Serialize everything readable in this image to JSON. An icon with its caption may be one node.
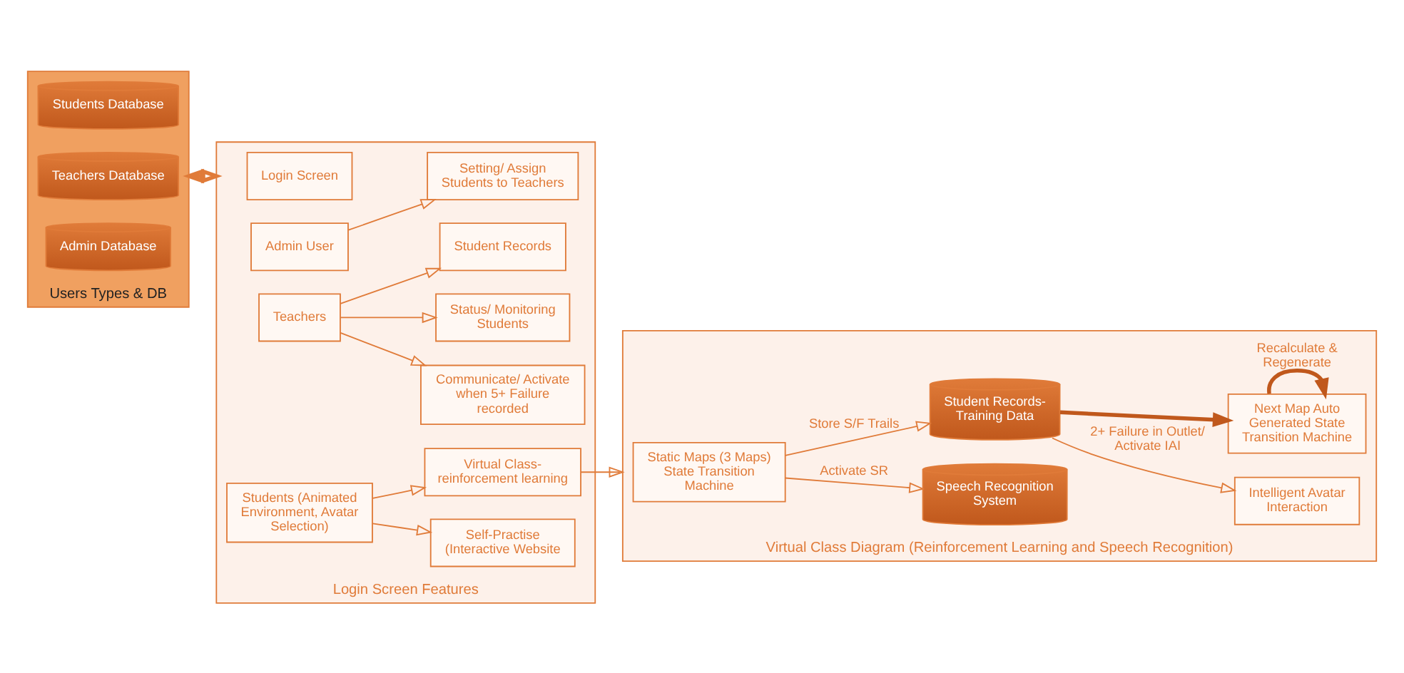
{
  "diagram": {
    "nodes": [
      {
        "text": [
          "Users Types & DB"
        ]
      },
      {
        "text": [
          "Students Database"
        ],
        "in": 0
      },
      {
        "text": [
          "Teachers Database"
        ],
        "in": 0
      },
      {
        "text": [
          "Admin Database"
        ],
        "in": 0
      },
      {
        "text": [
          "Login Screen Features"
        ]
      },
      {
        "text": [
          "Login Screen"
        ],
        "in": 4
      },
      {
        "text": [
          "Admin User"
        ],
        "in": 4
      },
      {
        "text": [
          "Setting/ Assign Students to Teachers"
        ],
        "in": 4
      },
      {
        "text": [
          "Teachers"
        ],
        "in": 4
      },
      {
        "text": [
          "Communicate/ Activate when 5+ Failure recorded"
        ],
        "in": 4
      },
      {
        "text": [
          "Status/ Monitoring Students"
        ],
        "in": 4
      },
      {
        "text": [
          "Student Records"
        ],
        "in": 4
      },
      {
        "text": [
          "Students (Animated Environment, Avatar Selection)"
        ],
        "in": 4
      },
      {
        "text": [
          "Self-Practise (Interactive Website"
        ],
        "in": 4
      },
      {
        "text": [
          "Virtual Class- reinforcement learning"
        ],
        "in": 4
      },
      {
        "text": [
          "Virtual Class Diagram (Reinforcement Learning and Speech Recognition)"
        ]
      },
      {
        "text": [
          "Static Maps (3 Maps) State Transition Machine"
        ],
        "in": 15
      },
      {
        "text": [
          "Speech Recognition System"
        ],
        "in": 15
      },
      {
        "text": [
          "Student Records- Training Data"
        ],
        "in": 15
      },
      {
        "text": [
          "Intelligent Avatar Interaction"
        ],
        "in": 15
      },
      {
        "text": [
          "Next Map Auto Generated State Transition Machine"
        ],
        "in": 15
      }
    ],
    "edges": [
      {
        "from": 0,
        "to": 4,
        "arrow": "both",
        "style": "thick"
      },
      {
        "from": 6,
        "to": 7,
        "arrow": "to"
      },
      {
        "from": 8,
        "to": 9,
        "arrow": "to"
      },
      {
        "from": 8,
        "to": 10,
        "arrow": "to"
      },
      {
        "from": 8,
        "to": 11,
        "arrow": "to"
      },
      {
        "from": 12,
        "to": 13,
        "arrow": "to"
      },
      {
        "from": 12,
        "to": 14,
        "arrow": "to"
      },
      {
        "from": 14,
        "to": 15,
        "arrow": "to"
      },
      {
        "from": 16,
        "to": 17,
        "label": "Activate SR",
        "arrow": "to"
      },
      {
        "from": 16,
        "to": 18,
        "label": "Store S/F Trails",
        "arrow": "to"
      },
      {
        "from": 18,
        "to": 19,
        "label": "2+ Failure in Outlet/ Activate IAI",
        "arrow": "to"
      },
      {
        "from": 18,
        "to": 20,
        "arrow": "to",
        "style": "thick",
        "color": "#c0581c"
      },
      {
        "from": 20,
        "to": 20,
        "label": "Recalculate & Regenerate",
        "arrow": "to",
        "style": "thick",
        "color": "#c0581c"
      }
    ]
  }
}
